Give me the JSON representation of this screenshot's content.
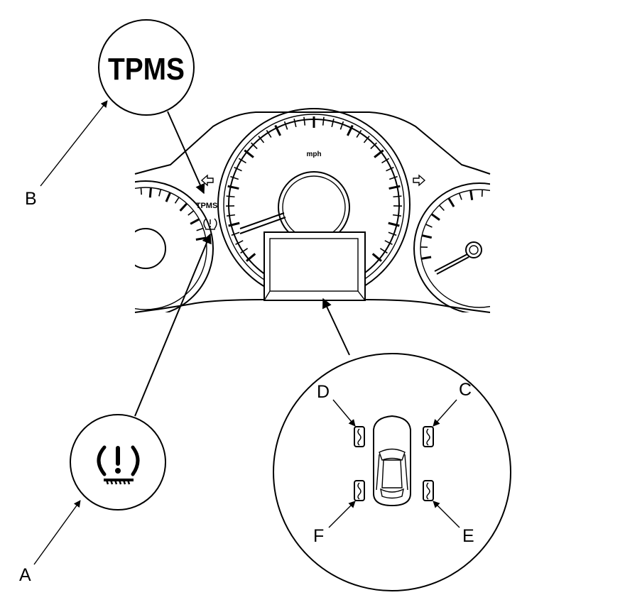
{
  "callouts": {
    "a": "A",
    "b": "B",
    "c": "C",
    "d": "D",
    "e": "E",
    "f": "F"
  },
  "indicator_text": {
    "tpms_large": "TPMS",
    "tpms_small": "TPMS",
    "speed_unit": "mph"
  },
  "icons": {
    "tpms_warning": "tire-pressure-warning-icon",
    "turn_left": "turn-signal-left-icon",
    "turn_right": "turn-signal-right-icon"
  },
  "colors": {
    "line": "#000000",
    "background": "#ffffff"
  }
}
